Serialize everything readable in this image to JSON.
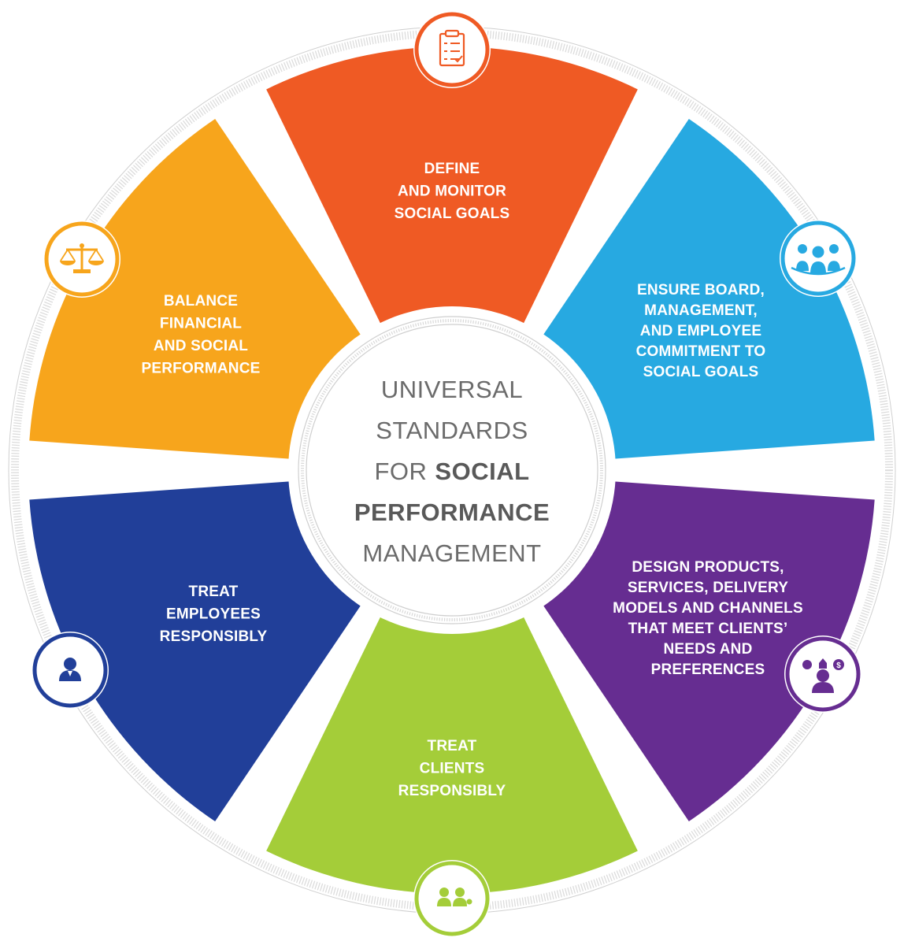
{
  "center": {
    "line1": "UNIVERSAL",
    "line2": "STANDARDS",
    "line3_prefix": "FOR",
    "line3_bold": "SOCIAL",
    "line4_bold": "PERFORMANCE",
    "line5": "MANAGEMENT"
  },
  "segments": [
    {
      "id": "define-monitor",
      "color": "#ef5a24",
      "icon": "clipboard-checklist-icon",
      "lines": [
        "DEFINE",
        "AND MONITOR",
        "SOCIAL GOALS"
      ]
    },
    {
      "id": "ensure-commitment",
      "color": "#27a9e1",
      "icon": "group-people-icon",
      "lines": [
        "ENSURE BOARD,",
        "MANAGEMENT,",
        "AND EMPLOYEE",
        "COMMITMENT TO",
        "SOCIAL GOALS"
      ]
    },
    {
      "id": "design-products",
      "color": "#662d91",
      "icon": "person-finance-icon",
      "lines": [
        "DESIGN PRODUCTS,",
        "SERVICES, DELIVERY",
        "MODELS AND CHANNELS",
        "THAT MEET CLIENTS’",
        "NEEDS AND",
        "PREFERENCES"
      ]
    },
    {
      "id": "treat-clients",
      "color": "#a4cd39",
      "icon": "clients-pair-icon",
      "lines": [
        "TREAT",
        "CLIENTS",
        "RESPONSIBLY"
      ]
    },
    {
      "id": "treat-employees",
      "color": "#213f99",
      "icon": "employee-person-icon",
      "lines": [
        "TREAT",
        "EMPLOYEES",
        "RESPONSIBLY"
      ]
    },
    {
      "id": "balance-performance",
      "color": "#f7a51c",
      "icon": "balance-scale-icon",
      "lines": [
        "BALANCE",
        "FINANCIAL",
        "AND SOCIAL",
        "PERFORMANCE"
      ]
    }
  ]
}
